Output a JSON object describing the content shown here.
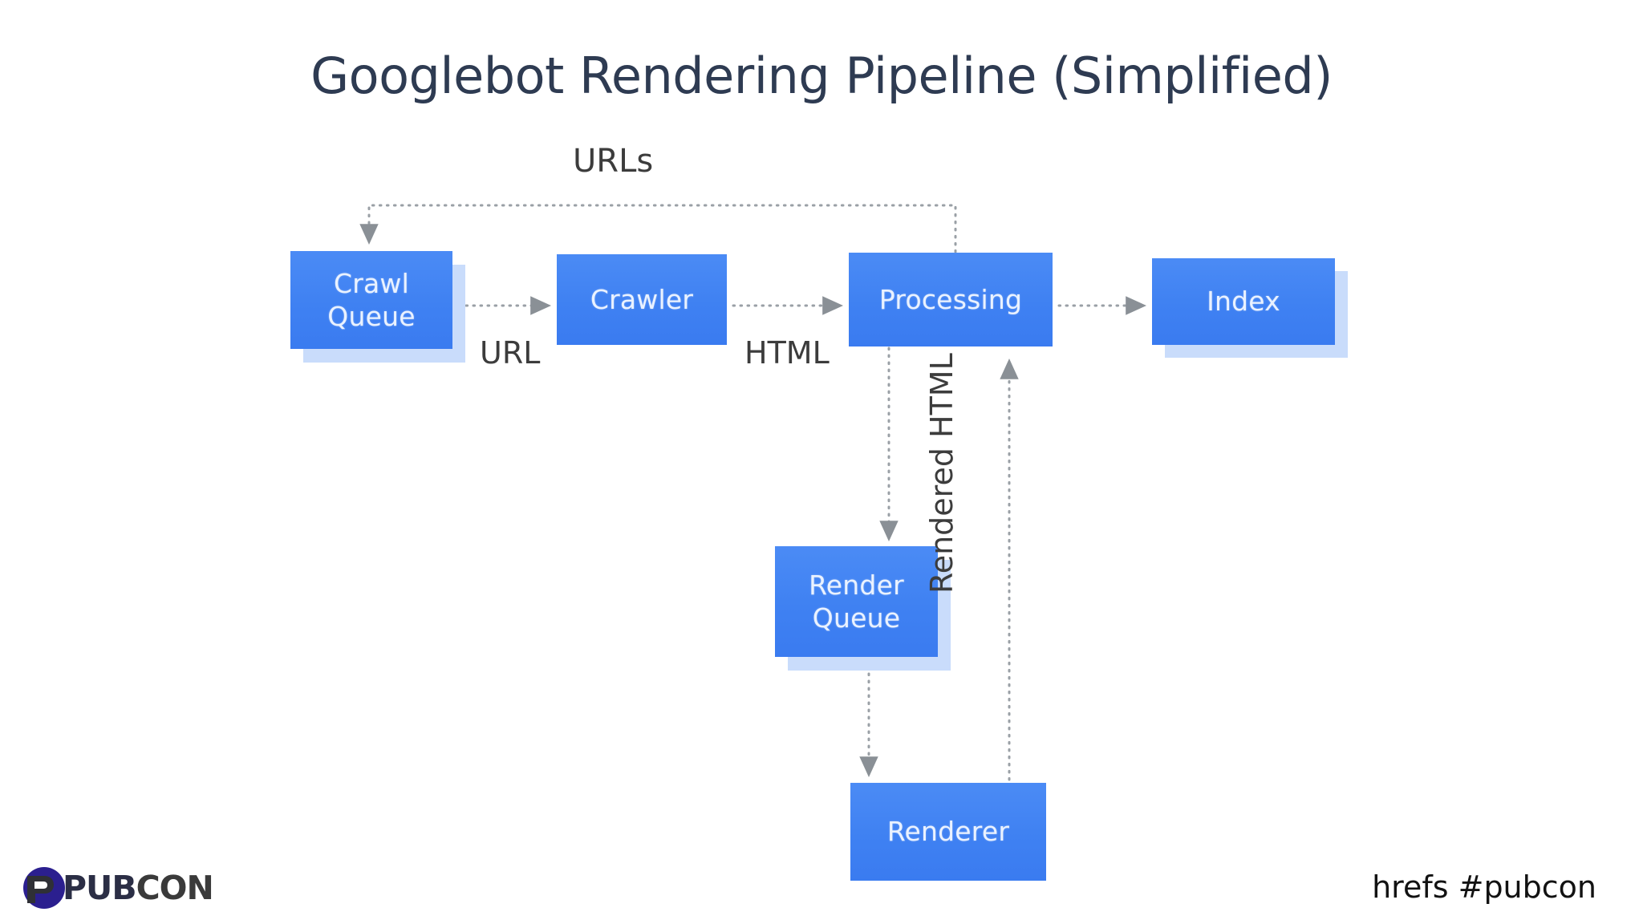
{
  "slide": {
    "title": "Googlebot Rendering Pipeline (Simplified)",
    "background_color": "#ffffff",
    "title_color": "#2e3b52"
  },
  "diagram": {
    "accent_color": "#4285f4",
    "node_text_color": "#eaf2ff",
    "shadow_color": "#c9dcfb",
    "connector_color": "#9aa0a6",
    "connector_style": "dotted",
    "nodes": [
      {
        "id": "crawl-queue",
        "label": "Crawl\nQueue",
        "stacked": true
      },
      {
        "id": "crawler",
        "label": "Crawler",
        "stacked": false
      },
      {
        "id": "processing",
        "label": "Processing",
        "stacked": false
      },
      {
        "id": "index",
        "label": "Index",
        "stacked": true
      },
      {
        "id": "render-queue",
        "label": "Render\nQueue",
        "stacked": true
      },
      {
        "id": "renderer",
        "label": "Renderer",
        "stacked": false
      }
    ],
    "edges": [
      {
        "id": "urls",
        "from": "processing",
        "to": "crawl-queue",
        "label": "URLs"
      },
      {
        "id": "url",
        "from": "crawl-queue",
        "to": "crawler",
        "label": "URL"
      },
      {
        "id": "html",
        "from": "crawler",
        "to": "processing",
        "label": "HTML"
      },
      {
        "id": "to-index",
        "from": "processing",
        "to": "index",
        "label": ""
      },
      {
        "id": "to-render-q",
        "from": "processing",
        "to": "render-queue",
        "label": ""
      },
      {
        "id": "to-renderer",
        "from": "render-queue",
        "to": "renderer",
        "label": ""
      },
      {
        "id": "rendered-html",
        "from": "renderer",
        "to": "processing",
        "label": "Rendered HTML"
      }
    ]
  },
  "branding": {
    "logo_name": "PUBCON",
    "logo_part_1": "PUB",
    "logo_part_2": "CON",
    "logo_mark_color": "#2b1f8f",
    "footer_handle": "hrefs #pubcon"
  }
}
